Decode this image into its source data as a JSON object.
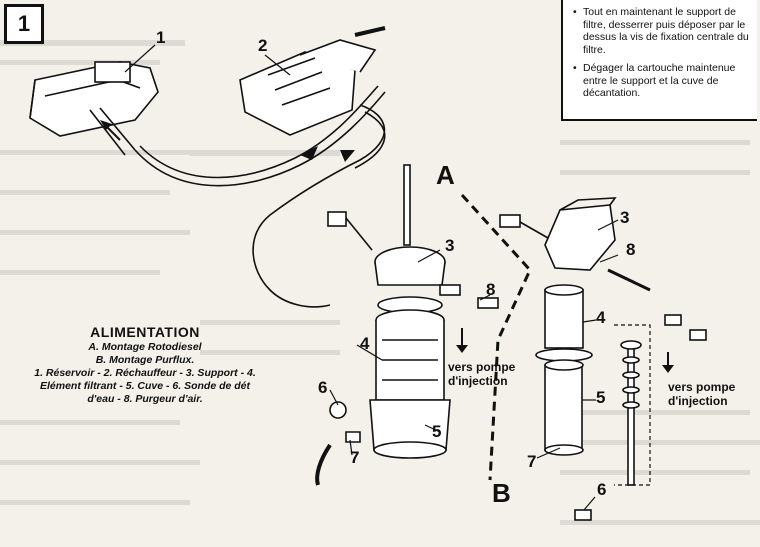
{
  "figure_number": "1",
  "notes": [
    "Tout en maintenant le support de filtre, desserrer puis déposer par le dessus la vis de fixation centrale du filtre.",
    "Dégager la cartouche maintenue entre le support et la cuve de décantation."
  ],
  "legend": {
    "title": "ALIMENTATION",
    "line_a": "A. Montage Rotodiesel",
    "line_b": "B. Montage Purflux.",
    "items": "1. Réservoir - 2. Réchauffeur - 3. Support - 4. Elément filtrant - 5. Cuve - 6. Sonde de dét d'eau - 8. Purgeur d'air."
  },
  "variant_labels": {
    "a": "A",
    "b": "B"
  },
  "part_numbers": {
    "n1": "1",
    "n2": "2",
    "a3": "3",
    "a4": "4",
    "a5": "5",
    "a6": "6",
    "a7": "7",
    "a8": "8",
    "b3": "3",
    "b4": "4",
    "b5": "5",
    "b6": "6",
    "b7": "7",
    "b8": "8"
  },
  "flow_labels": {
    "a": "vers pompe d'injection",
    "b": "vers pompe d'injection"
  }
}
